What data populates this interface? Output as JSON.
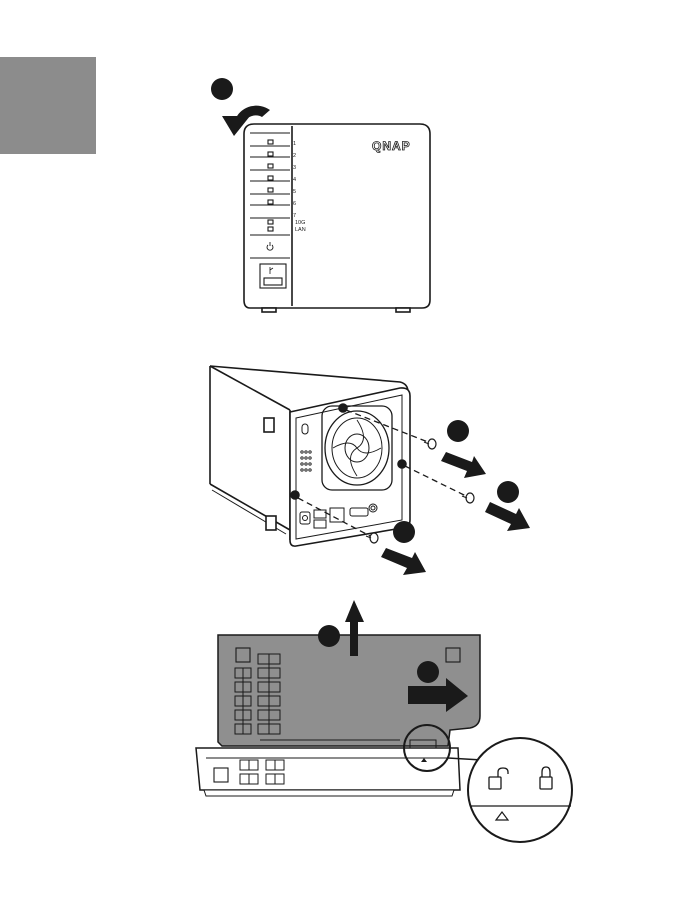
{
  "brand": {
    "logo_text": "QNAP"
  },
  "front_panel": {
    "led_labels": [
      "1",
      "2",
      "3",
      "4",
      "5",
      "6",
      "7"
    ],
    "lan_labels": [
      "10G",
      "LAN"
    ],
    "power_icon": "power-icon",
    "usb_icon": "usb-icon"
  },
  "lock_callout": {
    "unlocked_icon": "unlocked-padlock-icon",
    "locked_icon": "locked-padlock-icon",
    "marker_icon": "triangle-marker-icon"
  },
  "colors": {
    "tab": "#8c8c8c",
    "callout": "#1a1a1a",
    "line": "#1a1a1a",
    "cover": "#8f8f8f"
  }
}
